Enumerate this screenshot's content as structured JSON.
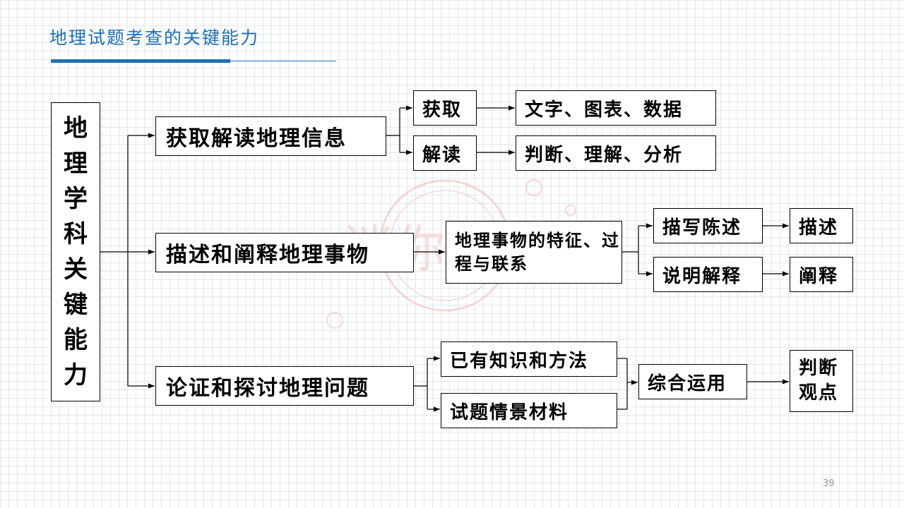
{
  "slide": {
    "title": "地理试题考查的关键能力",
    "page_number": "39"
  },
  "root": {
    "label": [
      "地",
      "理",
      "学",
      "科",
      "关",
      "键",
      "能",
      "力"
    ]
  },
  "branches": {
    "b1": {
      "label": "获取解读地理信息",
      "sub1": "获取",
      "sub1_result": "文字、图表、数据",
      "sub2": "解读",
      "sub2_result": "判断、理解、分析"
    },
    "b2": {
      "label": "描述和阐释地理事物",
      "middle": "地理事物的特征、过程与联系",
      "sub1": "描写陈述",
      "sub1_result": "描述",
      "sub2": "说明解释",
      "sub2_result": "阐释"
    },
    "b3": {
      "label": "论证和探讨地理问题",
      "input1": "已有知识和方法",
      "input2": "试题情景材料",
      "combine": "综合运用",
      "result": "判断观点"
    }
  },
  "watermark": {
    "text": "迷你地理"
  }
}
